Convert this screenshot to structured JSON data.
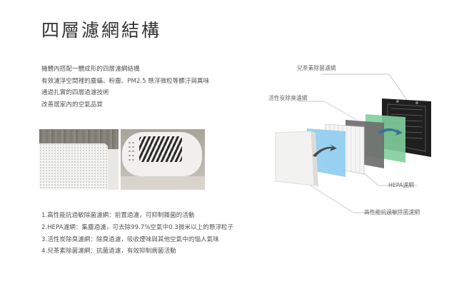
{
  "title": "四層濾網結構",
  "intro": [
    "機體內搭配一體成形的四層濾網結構",
    "有效濾淨空間裡的塵蟎、粉塵、PM2.5 懸浮微粒等髒汙與異味",
    "通過扎實的四層過濾技術",
    "改善居家內的空氣品質"
  ],
  "features": [
    "1.高性能抗過敏除菌濾網：前置過濾，可抑制雜菌的活動",
    "2.HEPA濾網：集塵過濾，可去除99.7%空氣中0.3微米以上的懸浮粒子",
    "3.活性炭除臭濾網：除臭過濾，吸收煙味與其他空氣中的惱人氣味",
    "4.兒茶素除菌濾網：抗菌過濾，有效抑制病菌活動"
  ],
  "labels": {
    "catechin": "兒茶素除菌濾網",
    "carbon": "活性炭除臭濾網",
    "hepa": "HEPA濾網",
    "antiallergy": "高性能抗過敏除菌濾網"
  }
}
